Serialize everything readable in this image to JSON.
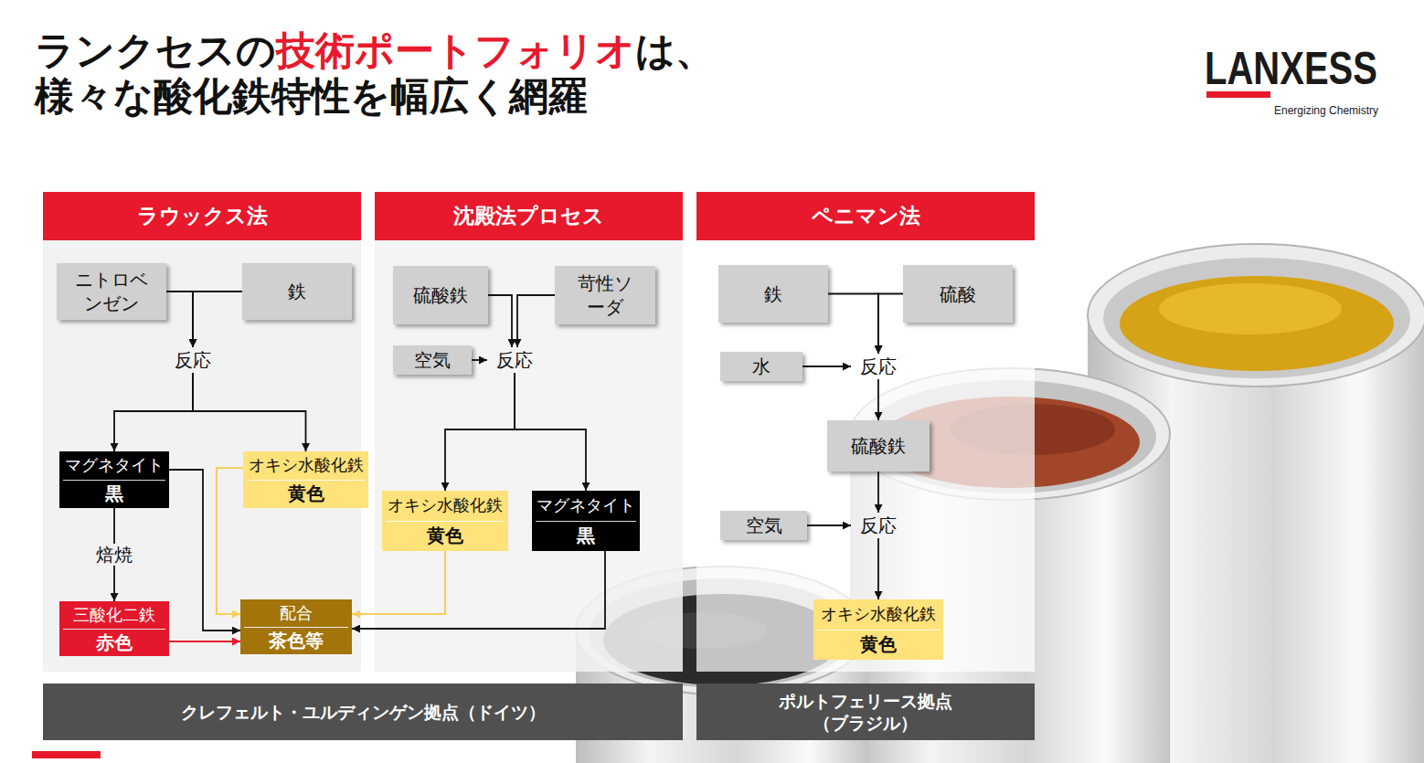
{
  "diagram": {
    "title": "ランクセスの技術ポートフォリオは、様々な酸化鉄特性を幅広く網羅",
    "nodes": [
      {
        "text": [
          "ラウックス法"
        ]
      },
      {
        "text": [
          "ニトロベ ンゼン"
        ],
        "in": 0
      },
      {
        "text": [
          "鉄"
        ],
        "in": 0
      },
      {
        "text": [
          "反応"
        ],
        "in": 0
      },
      {
        "text": [
          "マグネタイト",
          "黒"
        ],
        "in": 0
      },
      {
        "text": [
          "オキシ水酸化鉄",
          "黄色"
        ],
        "in": 0
      },
      {
        "text": [
          "三酸化二鉄",
          "赤色"
        ],
        "in": 0
      },
      {
        "text": [
          "配合",
          "茶色等"
        ],
        "in": 0
      },
      {
        "text": [
          "沈殿法プロセス"
        ]
      },
      {
        "text": [
          "硫酸鉄"
        ],
        "in": 8
      },
      {
        "text": [
          "苛性ソ ーダ"
        ],
        "in": 8
      },
      {
        "text": [
          "空気"
        ],
        "in": 8
      },
      {
        "text": [
          "反応"
        ],
        "in": 8
      },
      {
        "text": [
          "オキシ水酸化鉄",
          "黄色"
        ],
        "in": 8
      },
      {
        "text": [
          "マグネタイト",
          "黒"
        ],
        "in": 8
      },
      {
        "text": [
          "ペニマン法"
        ]
      },
      {
        "text": [
          "鉄"
        ],
        "in": 15
      },
      {
        "text": [
          "硫酸"
        ],
        "in": 15
      },
      {
        "text": [
          "水"
        ],
        "in": 15
      },
      {
        "text": [
          "反応"
        ],
        "in": 15
      },
      {
        "text": [
          "硫酸鉄"
        ],
        "in": 15
      },
      {
        "text": [
          "空気"
        ],
        "in": 15
      },
      {
        "text": [
          "反応"
        ],
        "in": 15
      },
      {
        "text": [
          "オキシ水酸化鉄",
          "黄色"
        ],
        "in": 15
      },
      {
        "text": [
          "クレフェルト・ユルディンゲン拠点（ドイツ）"
        ]
      },
      {
        "text": [
          "ポルトフェリース拠点 （ブラジル）"
        ]
      }
    ],
    "edges": [
      {
        "from": 1,
        "to": 3,
        "arrow": "to"
      },
      {
        "from": 2,
        "to": 3,
        "arrow": "to"
      },
      {
        "from": 3,
        "to": 4,
        "arrow": "to"
      },
      {
        "from": 3,
        "to": 5,
        "arrow": "to"
      },
      {
        "from": 4,
        "to": 6,
        "label": "焙焼",
        "arrow": "to"
      },
      {
        "from": 4,
        "to": 7,
        "arrow": "to"
      },
      {
        "from": 5,
        "to": 7,
        "arrow": "to"
      },
      {
        "from": 6,
        "to": 7,
        "arrow": "to"
      },
      {
        "from": 9,
        "to": 12,
        "arrow": "to"
      },
      {
        "from": 10,
        "to": 12,
        "arrow": "to"
      },
      {
        "from": 11,
        "to": 12,
        "arrow": "to"
      },
      {
        "from": 12,
        "to": 13,
        "arrow": "to"
      },
      {
        "from": 12,
        "to": 14,
        "arrow": "to"
      },
      {
        "from": 13,
        "to": 7,
        "arrow": "to"
      },
      {
        "from": 14,
        "to": 7,
        "arrow": "to"
      },
      {
        "from": 16,
        "to": 19,
        "arrow": "to"
      },
      {
        "from": 17,
        "to": 19,
        "arrow": "to"
      },
      {
        "from": 18,
        "to": 19,
        "arrow": "to"
      },
      {
        "from": 19,
        "to": 20,
        "arrow": "to"
      },
      {
        "from": 20,
        "to": 22,
        "arrow": "to"
      },
      {
        "from": 21,
        "to": 22,
        "arrow": "to"
      },
      {
        "from": 22,
        "to": 23,
        "arrow": "to"
      }
    ],
    "labels": [
      "LANXESS",
      "Energizing Chemistry"
    ]
  }
}
